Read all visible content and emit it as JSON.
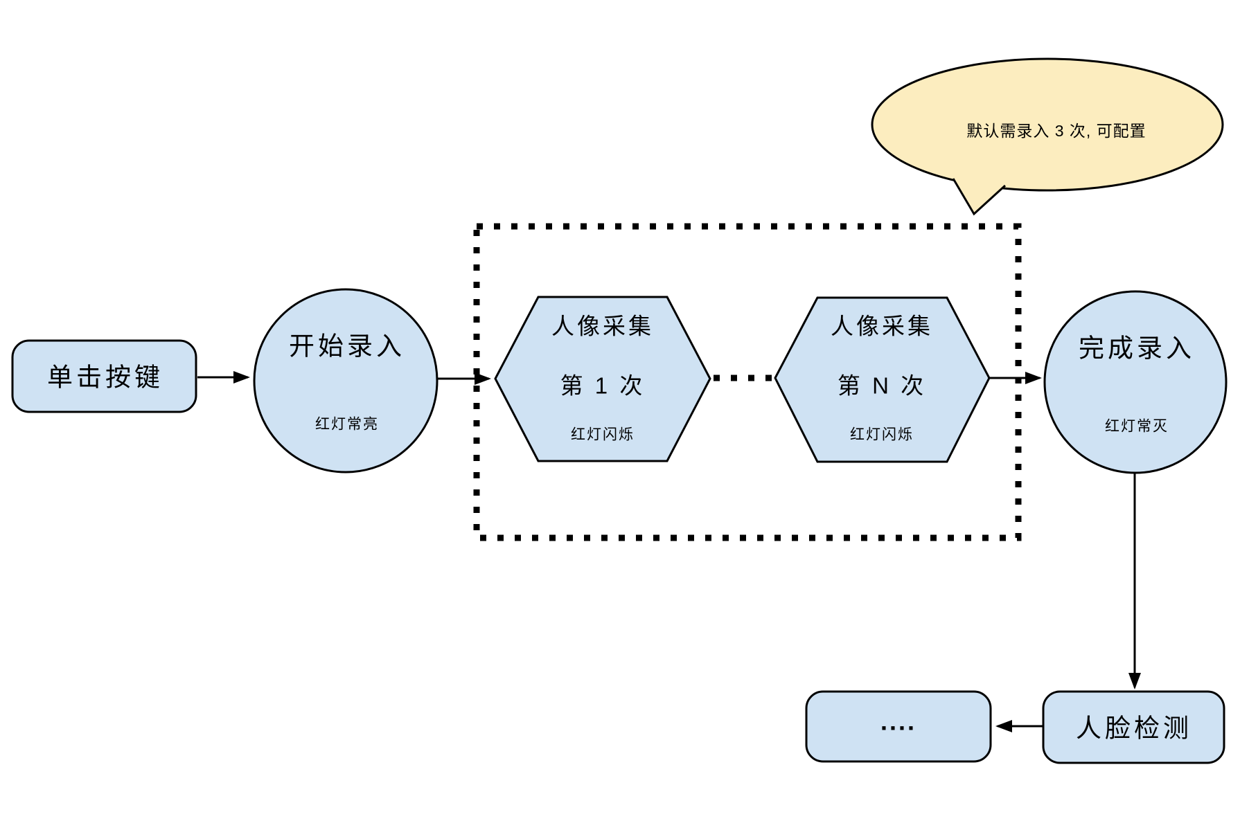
{
  "diagram": {
    "colors": {
      "node_fill": "#cfe2f3",
      "bubble_fill": "#fcedbf",
      "stroke": "#000000",
      "background": "#ffffff"
    },
    "callout": {
      "text": "默认需录入 3 次, 可配置"
    },
    "nodes": {
      "click_button": {
        "label": "单击按键"
      },
      "start_enroll": {
        "label": "开始录入",
        "sublabel": "红灯常亮"
      },
      "capture_first": {
        "title": "人像采集",
        "count": "第 1 次",
        "sublabel": "红灯闪烁"
      },
      "capture_nth": {
        "title": "人像采集",
        "count": "第 N 次",
        "sublabel": "红灯闪烁"
      },
      "finish_enroll": {
        "label": "完成录入",
        "sublabel": "红灯常灭"
      },
      "face_detect": {
        "label": "人脸检测"
      },
      "etc": {
        "label": "...."
      }
    }
  }
}
